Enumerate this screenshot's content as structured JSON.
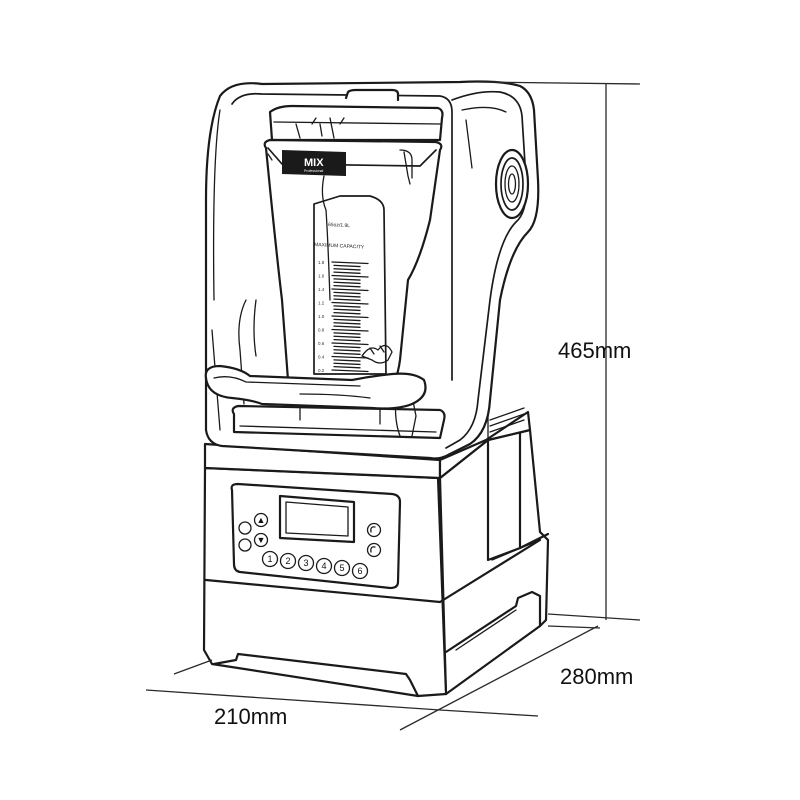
{
  "diagram": {
    "dimensions": {
      "height": "465mm",
      "depth": "280mm",
      "width": "210mm"
    },
    "jar": {
      "logo": "MIX",
      "logo_sub": "Professional",
      "label_top": "65oz/1.9L",
      "label_capacity": "MAXIMUM CAPACITY",
      "scale_marks": [
        "1.8",
        "1.6",
        "1.4",
        "1.2",
        "1.0",
        "0.8",
        "0.6",
        "0.4",
        "0.2"
      ]
    },
    "control_panel": {
      "program_buttons": [
        "1",
        "2",
        "3",
        "4",
        "5",
        "6"
      ],
      "arrow_buttons": [
        "▲",
        "▼"
      ]
    },
    "colors": {
      "line": "#1a1a1a",
      "background": "#ffffff"
    }
  }
}
